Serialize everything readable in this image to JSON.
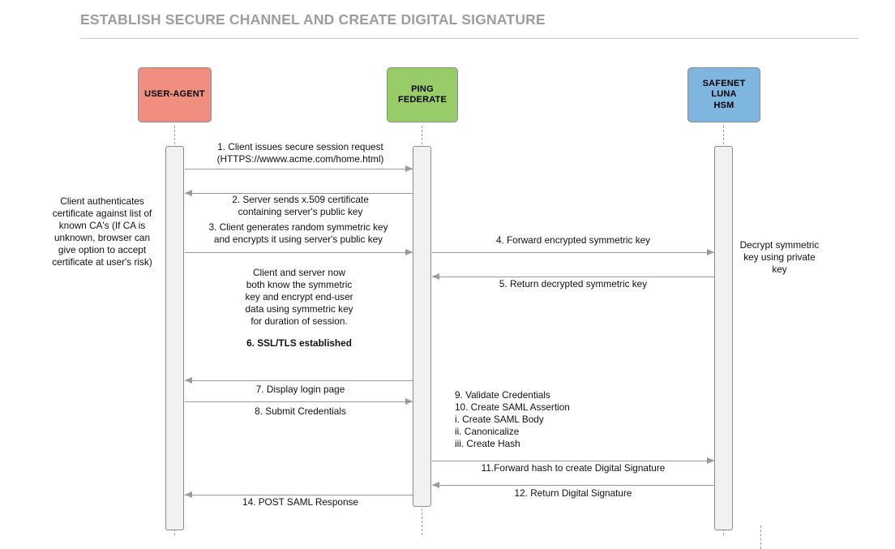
{
  "title": "ESTABLISH SECURE CHANNEL AND CREATE DIGITAL SIGNATURE",
  "actors": [
    {
      "id": "user-agent",
      "label": "USER-AGENT",
      "color": "#F08F7F"
    },
    {
      "id": "ping-federate",
      "label": "PING FEDERATE",
      "color": "#97CC68"
    },
    {
      "id": "safenet-luna-hsm",
      "label": "SAFENET LUNA\nHSM",
      "color": "#7FB6E0"
    }
  ],
  "messages": [
    {
      "id": "msg-1",
      "label": "1. Client issues secure session request\n(HTTPS://wwww.acme.com/home.html)",
      "from": "user-agent",
      "to": "ping-federate",
      "direction": "right"
    },
    {
      "id": "msg-2",
      "label": "2. Server sends x.509 certificate\ncontaining server's public key",
      "from": "ping-federate",
      "to": "user-agent",
      "direction": "left"
    },
    {
      "id": "msg-3",
      "label": "3. Client generates random symmetric key\nand encrypts it using server's public key",
      "from": "user-agent",
      "to": "ping-federate",
      "direction": "right"
    },
    {
      "id": "msg-4",
      "label": "4. Forward encrypted symmetric key",
      "from": "ping-federate",
      "to": "safenet-luna-hsm",
      "direction": "right"
    },
    {
      "id": "msg-5",
      "label": "5. Return decrypted symmetric key",
      "from": "safenet-luna-hsm",
      "to": "ping-federate",
      "direction": "left"
    },
    {
      "id": "msg-7",
      "label": "7. Display login page",
      "from": "ping-federate",
      "to": "user-agent",
      "direction": "left"
    },
    {
      "id": "msg-8",
      "label": "8. Submit Credentials",
      "from": "user-agent",
      "to": "ping-federate",
      "direction": "right"
    },
    {
      "id": "msg-11",
      "label": "11.Forward hash to create Digital Signature",
      "from": "ping-federate",
      "to": "safenet-luna-hsm",
      "direction": "right"
    },
    {
      "id": "msg-12",
      "label": "12. Return Digital Signature",
      "from": "safenet-luna-hsm",
      "to": "ping-federate",
      "direction": "left"
    },
    {
      "id": "msg-14",
      "label": "14. POST SAML Response",
      "from": "ping-federate",
      "to": "user-agent",
      "direction": "left"
    }
  ],
  "notes": [
    {
      "id": "note-client-authenticates",
      "label": "Client authenticates\ncertificate against list of\nknown CA's (If CA is\nunknown, browser can\ngive option to accept\ncertificate at user's risk)"
    },
    {
      "id": "note-symmetric-session",
      "label": "Client and server now\nboth know the symmetric\nkey and encrypt end-user\ndata using symmetric key\nfor duration of session."
    },
    {
      "id": "note-ssl-tls-established",
      "label": "6. SSL/TLS established",
      "bold": true
    },
    {
      "id": "note-decrypt-symmetric",
      "label": "Decrypt symmetric\nkey using private\nkey"
    },
    {
      "id": "note-validate-credentials",
      "label": "9. Validate Credentials\n10. Create SAML Assertion\n      i. Create SAML Body\n      ii. Canonicalize\n      iii. Create Hash"
    }
  ]
}
